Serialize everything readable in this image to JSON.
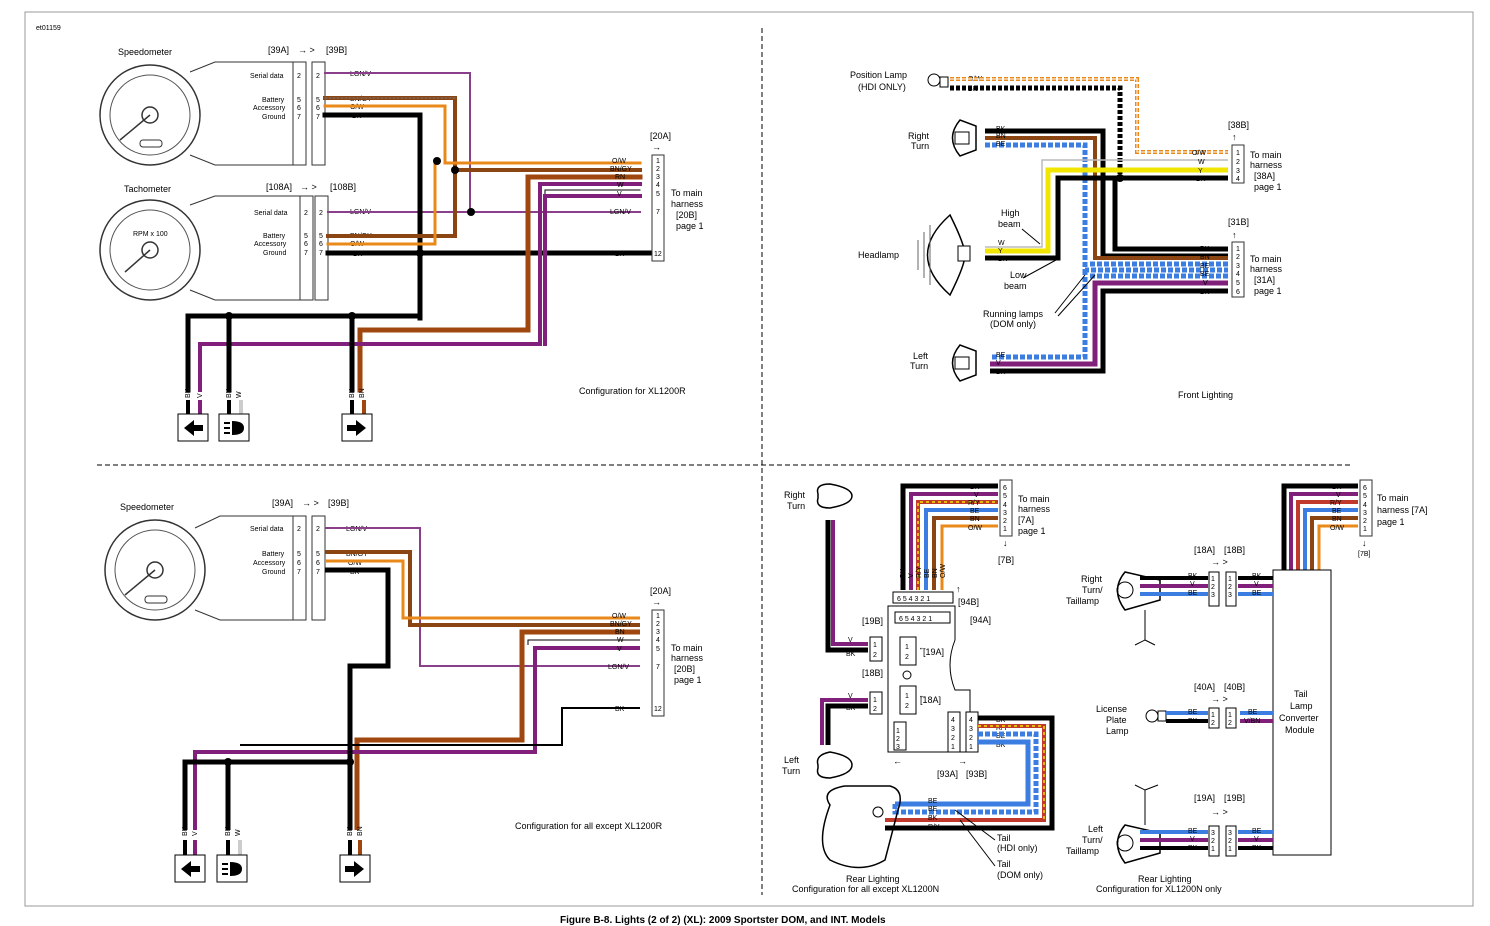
{
  "doc_id": "et01159",
  "caption": "Figure B-8. Lights (2 of 2) (XL): 2009 Sportster DOM, and INT. Models",
  "q1": {
    "speedo": "Speedometer",
    "conn_a": "[39A]",
    "conn_b": "[39B]",
    "serial": "Serial data",
    "battery": "Battery",
    "accessory": "Accessory",
    "ground": "Ground",
    "wires": [
      "LGN/V",
      "BN/GY",
      "O/W",
      "BK"
    ],
    "pins": [
      "2",
      "5",
      "6",
      "7"
    ],
    "tacho": "Tachometer",
    "tacho_dial": "RPM x 100",
    "tconn_a": "[108A]",
    "tconn_b": "[108B]",
    "main_conn": "[20A]",
    "main_wires": [
      "O/W",
      "BN/GY",
      "RN",
      "W",
      "V",
      "LGN/V",
      "BK"
    ],
    "main_pins": [
      "1",
      "2",
      "3",
      "4",
      "5",
      "7",
      "12"
    ],
    "to_main": "To main",
    "harness": "harness",
    "main_ref": "[20B]",
    "page": "page 1",
    "bot_labels": [
      "BK",
      "V",
      "BK",
      "W",
      "BK",
      "BN"
    ],
    "config": "Configuration for XL1200R"
  },
  "q2": {
    "pos_lamp": "Position Lamp",
    "hdi_only": "(HDI ONLY)",
    "pos_wires": [
      "O/W",
      "BK"
    ],
    "right_turn": "Right",
    "right_turn2": "Turn",
    "rt_wires": [
      "BK",
      "BN",
      "BE"
    ],
    "c38b": "[38B]",
    "c38_wires": [
      "O/W",
      "W",
      "Y",
      "BK"
    ],
    "c38_pins": [
      "1",
      "2",
      "3",
      "4"
    ],
    "c38_main": "To main",
    "c38_harness": "harness",
    "c38_ref": "[38A]",
    "c38_page": "page 1",
    "high_beam": "High",
    "high_beam2": "beam",
    "headlamp": "Headlamp",
    "hl_wires": [
      "W",
      "Y",
      "BK"
    ],
    "low_beam": "Low",
    "low_beam2": "beam",
    "c31b": "[31B]",
    "c31_wires": [
      "BK",
      "BN",
      "BE",
      "BE",
      "V",
      "BK"
    ],
    "c31_pins": [
      "1",
      "2",
      "3",
      "4",
      "5",
      "6"
    ],
    "c31_main": "To main",
    "c31_harness": "harness",
    "c31_ref": "[31A]",
    "c31_page": "page 1",
    "running": "Running lamps",
    "dom_only": "(DOM only)",
    "left_turn": "Left",
    "left_turn2": "Turn",
    "lt_wires": [
      "BE",
      "V",
      "BK"
    ],
    "title": "Front Lighting"
  },
  "q3": {
    "speedo": "Speedometer",
    "conn_a": "[39A]",
    "conn_b": "[39B]",
    "serial": "Serial data",
    "battery": "Battery",
    "accessory": "Accessory",
    "ground": "Ground",
    "wires": [
      "LGN/V",
      "BN/GY",
      "O/W",
      "BK"
    ],
    "pins": [
      "2",
      "5",
      "6",
      "7"
    ],
    "main_conn": "[20A]",
    "main_wires": [
      "O/W",
      "BN/GY",
      "BN",
      "W",
      "V",
      "LGN/V",
      "BK"
    ],
    "main_pins": [
      "1",
      "2",
      "3",
      "4",
      "5",
      "7",
      "12"
    ],
    "to_main": "To main",
    "harness": "harness",
    "main_ref": "[20B]",
    "page": "page 1",
    "bot_labels": [
      "BK",
      "V",
      "BK",
      "W",
      "BK",
      "BN"
    ],
    "config": "Configuration for all except XL1200R"
  },
  "q4": {
    "right_turn": "Right",
    "right_turn2": "Turn",
    "left_turn": "Left",
    "left_turn2": "Turn",
    "c7_wires": [
      "BK",
      "V",
      "R/Y",
      "BE",
      "BN",
      "O/W"
    ],
    "c7_pins": [
      "6",
      "5",
      "4",
      "3",
      "2",
      "1"
    ],
    "to_main": "To main",
    "harness": "harness",
    "c7_ref": "[7A]",
    "page": "page 1",
    "c7b": "[7B]",
    "c94b": "[94B]",
    "c94a": "[94A]",
    "vert_labels": [
      "BK",
      "V",
      "R/Y",
      "BE",
      "BN",
      "O/W"
    ],
    "pins_654321": "6 5 4 3 2 1",
    "c19b": "[19B]",
    "c19a": "[19A]",
    "c18b": "[18B]",
    "c18a": "[18A]",
    "rt_wires": [
      "V",
      "BK"
    ],
    "lt_wires": [
      "V",
      "BK"
    ],
    "c93_wires": [
      "BK",
      "R/Y",
      "BE",
      "BK"
    ],
    "c93_pins": [
      "4",
      "3",
      "2",
      "1"
    ],
    "c93a": "[93A]",
    "c93b": "[93B]",
    "tail_wires": [
      "BE",
      "BE",
      "BK",
      "R/Y"
    ],
    "tail_hdi": "Tail",
    "tail_hdi2": "(HDI only)",
    "tail_dom": "Tail",
    "tail_dom2": "(DOM only)",
    "title1": "Rear Lighting",
    "title2": "Configuration for all except XL1200N"
  },
  "q5": {
    "c7_wires": [
      "BK",
      "V",
      "R/Y",
      "BE",
      "BN",
      "O/W"
    ],
    "c7_pins": [
      "6",
      "5",
      "4",
      "3",
      "2",
      "1"
    ],
    "to_main": "To main",
    "harness": "harness [7A]",
    "page": "page 1",
    "c7b": "[7B]",
    "c18a": "[18A]",
    "c18b": "[18B]",
    "rt1": "Right",
    "rt2": "Turn/",
    "rt3": "Taillamp",
    "rt_wires": [
      "BK",
      "V",
      "BE"
    ],
    "c40a": "[40A]",
    "c40b": "[40B]",
    "lp1": "License",
    "lp2": "Plate",
    "lp3": "Lamp",
    "lp_wires_l": [
      "BE",
      "BK"
    ],
    "lp_wires_r": [
      "BE",
      "V/BN"
    ],
    "c19a": "[19A]",
    "c19b": "[19B]",
    "lt1": "Left",
    "lt2": "Turn/",
    "lt3": "Taillamp",
    "lt_wires": [
      "BE",
      "V",
      "BK"
    ],
    "mod1": "Tail",
    "mod2": "Lamp",
    "mod3": "Converter",
    "mod4": "Module",
    "title1": "Rear Lighting",
    "title2": "Configuration for XL1200N only"
  }
}
